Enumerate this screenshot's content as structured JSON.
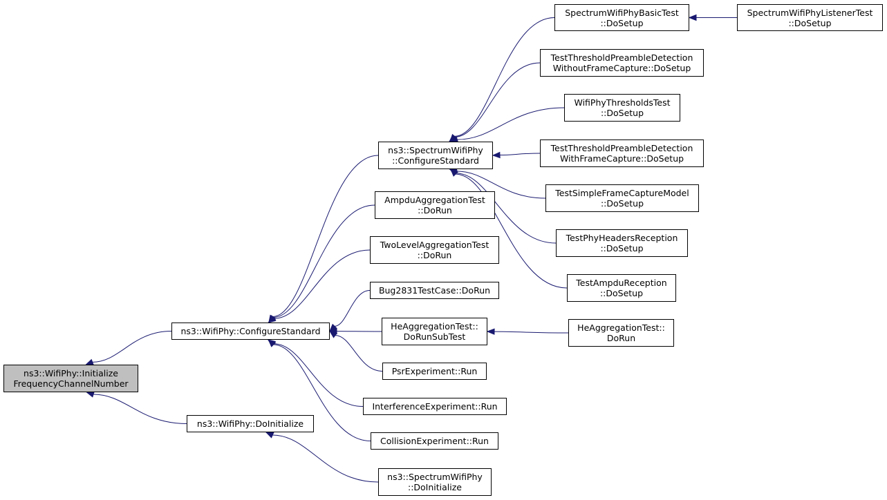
{
  "colors": {
    "edge": "#191970",
    "root_fill": "#bfbfbf",
    "node_fill": "#ffffff",
    "border": "#000000"
  },
  "nodes": [
    {
      "id": "initfreq",
      "lines": [
        "ns3::WifiPhy::Initialize",
        "FrequencyChannelNumber"
      ],
      "root": true
    },
    {
      "id": "wifiphy_cs",
      "lines": [
        "ns3::WifiPhy::ConfigureStandard"
      ]
    },
    {
      "id": "wifiphy_doinit",
      "lines": [
        "ns3::WifiPhy::DoInitialize"
      ]
    },
    {
      "id": "spec_cs",
      "lines": [
        "ns3::SpectrumWifiPhy",
        "::ConfigureStandard"
      ]
    },
    {
      "id": "ampdu_agg",
      "lines": [
        "AmpduAggregationTest",
        "::DoRun"
      ]
    },
    {
      "id": "twolevel",
      "lines": [
        "TwoLevelAggregationTest",
        "::DoRun"
      ]
    },
    {
      "id": "bug2831",
      "lines": [
        "Bug2831TestCase::DoRun"
      ]
    },
    {
      "id": "heagg_sub",
      "lines": [
        "HeAggregationTest::",
        "DoRunSubTest"
      ]
    },
    {
      "id": "psr",
      "lines": [
        "PsrExperiment::Run"
      ]
    },
    {
      "id": "interf",
      "lines": [
        "InterferenceExperiment::Run"
      ]
    },
    {
      "id": "collision",
      "lines": [
        "CollisionExperiment::Run"
      ]
    },
    {
      "id": "spec_doinit",
      "lines": [
        "ns3::SpectrumWifiPhy",
        "::DoInitialize"
      ]
    },
    {
      "id": "spec_basic",
      "lines": [
        "SpectrumWifiPhyBasicTest",
        "::DoSetup"
      ]
    },
    {
      "id": "spec_listener",
      "lines": [
        "SpectrumWifiPhyListenerTest",
        "::DoSetup"
      ]
    },
    {
      "id": "thr_without",
      "lines": [
        "TestThresholdPreambleDetection",
        "WithoutFrameCapture::DoSetup"
      ]
    },
    {
      "id": "thresholds",
      "lines": [
        "WifiPhyThresholdsTest",
        "::DoSetup"
      ]
    },
    {
      "id": "thr_with",
      "lines": [
        "TestThresholdPreambleDetection",
        "WithFrameCapture::DoSetup"
      ]
    },
    {
      "id": "simple_fc",
      "lines": [
        "TestSimpleFrameCaptureModel",
        "::DoSetup"
      ]
    },
    {
      "id": "phy_headers",
      "lines": [
        "TestPhyHeadersReception",
        "::DoSetup"
      ]
    },
    {
      "id": "ampdu_rx",
      "lines": [
        "TestAmpduReception",
        "::DoSetup"
      ]
    },
    {
      "id": "heagg_run",
      "lines": [
        "HeAggregationTest::",
        "DoRun"
      ]
    }
  ],
  "edges": [
    [
      "wifiphy_cs",
      "initfreq"
    ],
    [
      "wifiphy_doinit",
      "initfreq"
    ],
    [
      "spec_cs",
      "wifiphy_cs"
    ],
    [
      "ampdu_agg",
      "wifiphy_cs"
    ],
    [
      "twolevel",
      "wifiphy_cs"
    ],
    [
      "bug2831",
      "wifiphy_cs"
    ],
    [
      "heagg_sub",
      "wifiphy_cs"
    ],
    [
      "psr",
      "wifiphy_cs"
    ],
    [
      "interf",
      "wifiphy_cs"
    ],
    [
      "collision",
      "wifiphy_cs"
    ],
    [
      "spec_doinit",
      "wifiphy_doinit"
    ],
    [
      "spec_basic",
      "spec_cs"
    ],
    [
      "thr_without",
      "spec_cs"
    ],
    [
      "thresholds",
      "spec_cs"
    ],
    [
      "thr_with",
      "spec_cs"
    ],
    [
      "simple_fc",
      "spec_cs"
    ],
    [
      "phy_headers",
      "spec_cs"
    ],
    [
      "ampdu_rx",
      "spec_cs"
    ],
    [
      "spec_listener",
      "spec_basic"
    ],
    [
      "heagg_run",
      "heagg_sub"
    ]
  ]
}
